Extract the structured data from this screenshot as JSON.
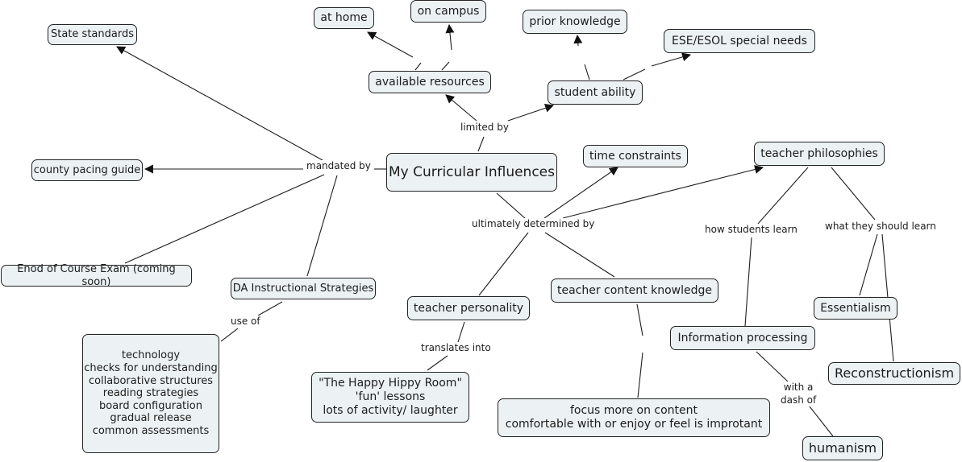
{
  "title": "My Curricular Influences",
  "nodes": {
    "center": "My Curricular Influences",
    "state_standards": "State standards",
    "county_pacing_guide": "county pacing guide",
    "end_of_course_exam": "Enod of Course Exam (coming soon)",
    "da_instructional_strategies": "DA Instructional Strategies",
    "strategies_list": "technology\nchecks for understanding\ncollaborative structures\nreading strategies\nboard configuration\ngradual release\ncommon assessments",
    "at_home": "at home",
    "on_campus": "on campus",
    "available_resources": "available resources",
    "prior_knowledge": "prior knowledge",
    "ese_esol": "ESE/ESOL special needs",
    "student_ability": "student ability",
    "time_constraints": "time constraints",
    "teacher_philosophies": "teacher philosophies",
    "teacher_personality": "teacher personality",
    "happy_hippy_room": "\"The Happy Hippy Room\"\n'fun' lessons\nlots of activity/ laughter",
    "teacher_content_knowledge": "teacher content knowledge",
    "focus_on_content": "focus more on content\ncomfortable with or enjoy or feel is improtant",
    "information_processing": "Information processing",
    "humanism": "humanism",
    "essentialism": "Essentialism",
    "reconstructionism": "Reconstructionism"
  },
  "links": {
    "mandated_by": "mandated by",
    "limited_by": "limited by",
    "ultimately_determined_by": "ultimately determined by",
    "use_of": "use of",
    "translates_into": "translates into",
    "how_students_learn": "how students learn",
    "what_they_should_learn": "what they should learn",
    "with_a_dash_of": "with a\ndash of"
  },
  "colors": {
    "node_fill": "#ecf2f4",
    "node_border": "#222222",
    "line": "#1c1c1c"
  }
}
